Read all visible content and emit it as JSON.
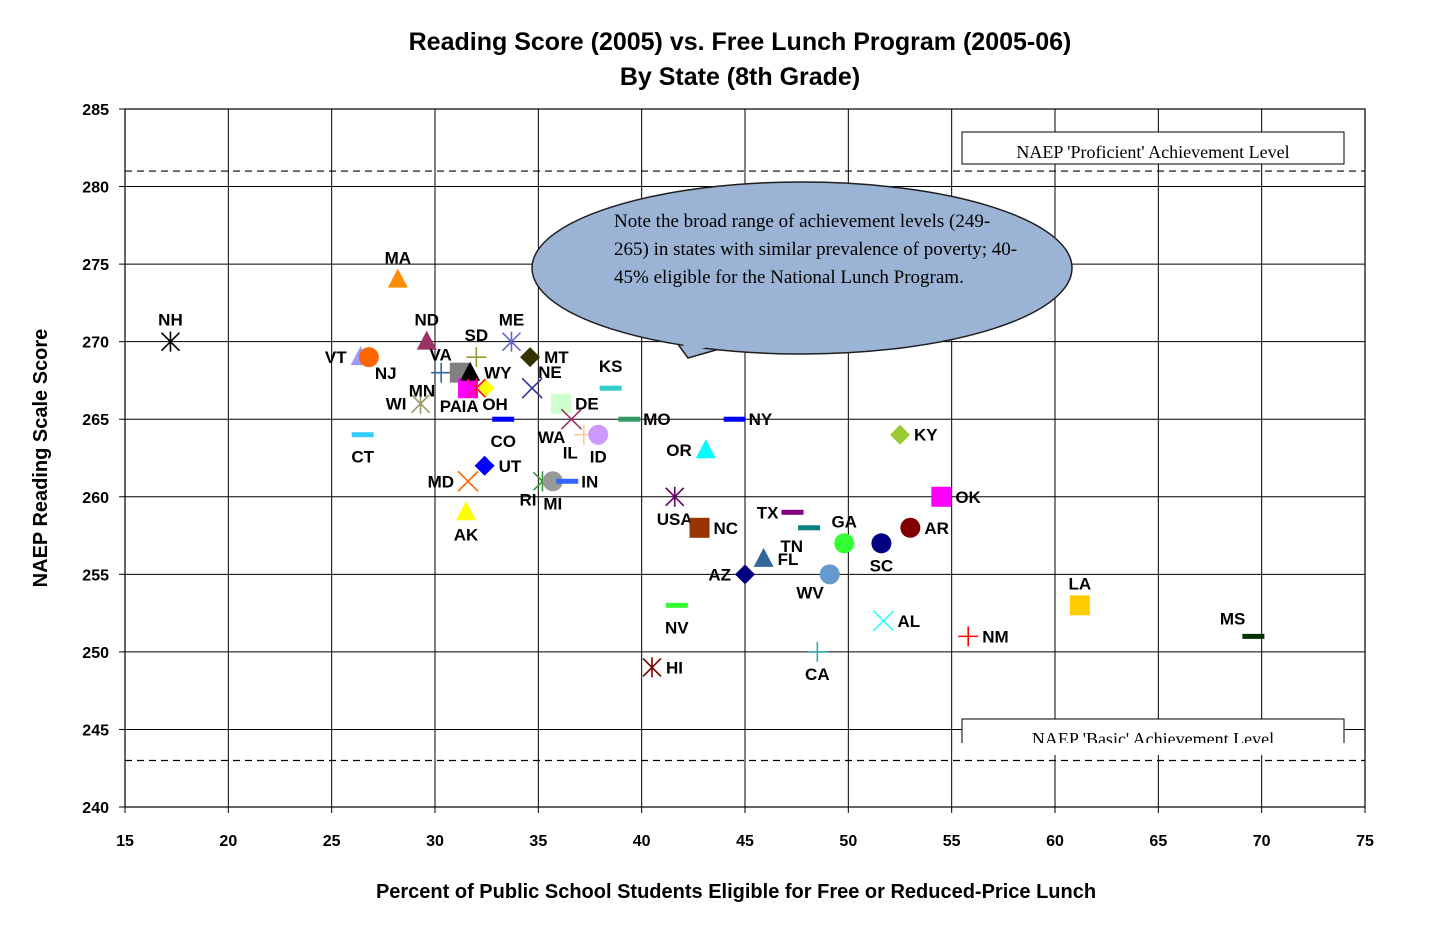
{
  "chart_data": {
    "type": "scatter",
    "title": "Reading Score (2005) vs. Free Lunch Program (2005-06)",
    "subtitle": "By State (8th Grade)",
    "xlabel": "Percent of Public School Students Eligible for Free or Reduced-Price Lunch",
    "ylabel": "NAEP Reading Scale Score",
    "xlim": [
      15,
      75
    ],
    "ylim": [
      240,
      285
    ],
    "xticks": [
      15,
      20,
      25,
      30,
      35,
      40,
      45,
      50,
      55,
      60,
      65,
      70,
      75
    ],
    "yticks": [
      240,
      245,
      250,
      255,
      260,
      265,
      270,
      275,
      280,
      285
    ],
    "grid": true,
    "reference_lines": [
      {
        "label": "NAEP 'Proficient' Achievement Level",
        "y": 281
      },
      {
        "label": "NAEP 'Basic' Achievement Level",
        "y": 243
      }
    ],
    "annotation": "Note the broad range of achievement levels (249-265) in states with similar prevalence of poverty; 40-45% eligible for the National Lunch Program.",
    "points": [
      {
        "label": "NH",
        "x": 17.2,
        "y": 270,
        "marker": "star",
        "color": "#000000",
        "lpos": "above"
      },
      {
        "label": "MA",
        "x": 28.2,
        "y": 274,
        "marker": "triangle",
        "color": "#FF8C00",
        "lpos": "above"
      },
      {
        "label": "ND",
        "x": 29.6,
        "y": 270,
        "marker": "triangle",
        "color": "#993366",
        "lpos": "above"
      },
      {
        "label": "VT",
        "x": 26.4,
        "y": 269,
        "marker": "triangle",
        "color": "#9999FF",
        "lpos": "left"
      },
      {
        "label": "NJ",
        "x": 26.8,
        "y": 269,
        "marker": "circle",
        "color": "#FF6600",
        "lpos": "belowright"
      },
      {
        "label": "CT",
        "x": 26.5,
        "y": 264,
        "marker": "dash",
        "color": "#33CCFF",
        "lpos": "below"
      },
      {
        "label": "WI",
        "x": 29.3,
        "y": 266,
        "marker": "star",
        "color": "#999966",
        "lpos": "left"
      },
      {
        "label": "MN",
        "x": 30.3,
        "y": 268,
        "marker": "plus",
        "color": "#336699",
        "lpos": "belowleft"
      },
      {
        "label": "VA",
        "x": 31.2,
        "y": 268,
        "marker": "square",
        "color": "#808080",
        "lpos": "aboveleft"
      },
      {
        "label": "SD",
        "x": 32.0,
        "y": 269,
        "marker": "plus",
        "color": "#999933",
        "lpos": "above"
      },
      {
        "label": "PA",
        "x": 31.6,
        "y": 267,
        "marker": "square",
        "color": "#FF00FF",
        "lpos": "belowleft"
      },
      {
        "label": "WY",
        "x": 31.7,
        "y": 268,
        "marker": "triangle",
        "color": "#000000",
        "lpos": "right"
      },
      {
        "label": "IA",
        "x": 32.4,
        "y": 267,
        "marker": "diamond",
        "color": "#FFFF00",
        "lpos": "belowleft"
      },
      {
        "label": "OH",
        "x": 32.0,
        "y": 267,
        "marker": "star",
        "color": "#FF0066",
        "lpos": "belowright"
      },
      {
        "label": "ME",
        "x": 33.7,
        "y": 270,
        "marker": "star",
        "color": "#6666CC",
        "lpos": "above"
      },
      {
        "label": "MT",
        "x": 34.6,
        "y": 269,
        "marker": "diamond",
        "color": "#333300",
        "lpos": "right"
      },
      {
        "label": "NE",
        "x": 34.7,
        "y": 267,
        "marker": "cross",
        "color": "#333399",
        "lpos": "aboveright"
      },
      {
        "label": "CO",
        "x": 33.3,
        "y": 265,
        "marker": "dash",
        "color": "#0000FF",
        "lpos": "below"
      },
      {
        "label": "DE",
        "x": 36.1,
        "y": 266,
        "marker": "square",
        "color": "#CCFFCC",
        "lpos": "right"
      },
      {
        "label": "WA",
        "x": 36.6,
        "y": 265,
        "marker": "cross",
        "color": "#993366",
        "lpos": "belowleft"
      },
      {
        "label": "IL",
        "x": 37.2,
        "y": 264,
        "marker": "plus",
        "color": "#FFCC99",
        "lpos": "belowleft"
      },
      {
        "label": "ID",
        "x": 37.9,
        "y": 264,
        "marker": "circle",
        "color": "#CC99FF",
        "lpos": "below"
      },
      {
        "label": "KS",
        "x": 38.5,
        "y": 267,
        "marker": "dash",
        "color": "#33CCCC",
        "lpos": "above"
      },
      {
        "label": "MO",
        "x": 39.4,
        "y": 265,
        "marker": "dash",
        "color": "#339966",
        "lpos": "right"
      },
      {
        "label": "UT",
        "x": 32.4,
        "y": 262,
        "marker": "diamond",
        "color": "#0000FF",
        "lpos": "right"
      },
      {
        "label": "MD",
        "x": 31.6,
        "y": 261,
        "marker": "cross",
        "color": "#FF6600",
        "lpos": "left"
      },
      {
        "label": "AK",
        "x": 31.5,
        "y": 259,
        "marker": "triangle",
        "color": "#FFFF00",
        "lpos": "below"
      },
      {
        "label": "RI",
        "x": 35.2,
        "y": 261,
        "marker": "star",
        "color": "#339933",
        "lpos": "belowleft"
      },
      {
        "label": "MI",
        "x": 35.7,
        "y": 261,
        "marker": "circle",
        "color": "#999999",
        "lpos": "below"
      },
      {
        "label": "IN",
        "x": 36.4,
        "y": 261,
        "marker": "dash",
        "color": "#3366FF",
        "lpos": "right"
      },
      {
        "label": "OR",
        "x": 43.1,
        "y": 263,
        "marker": "triangle",
        "color": "#00FFFF",
        "lpos": "left"
      },
      {
        "label": "NY",
        "x": 44.5,
        "y": 265,
        "marker": "dash",
        "color": "#0000FF",
        "lpos": "right"
      },
      {
        "label": "USA",
        "x": 41.6,
        "y": 260,
        "marker": "star",
        "color": "#660066",
        "lpos": "below"
      },
      {
        "label": "NC",
        "x": 42.8,
        "y": 258,
        "marker": "square",
        "color": "#993300",
        "lpos": "right"
      },
      {
        "label": "TX",
        "x": 47.3,
        "y": 259,
        "marker": "dash",
        "color": "#800080",
        "lpos": "left"
      },
      {
        "label": "TN",
        "x": 48.1,
        "y": 258,
        "marker": "dash",
        "color": "#008080",
        "lpos": "belowleft"
      },
      {
        "label": "GA",
        "x": 49.8,
        "y": 257,
        "marker": "circle",
        "color": "#33FF33",
        "lpos": "above"
      },
      {
        "label": "FL",
        "x": 45.9,
        "y": 256,
        "marker": "triangle",
        "color": "#336699",
        "lpos": "right"
      },
      {
        "label": "AZ",
        "x": 45.0,
        "y": 255,
        "marker": "diamond",
        "color": "#000080",
        "lpos": "left"
      },
      {
        "label": "WV",
        "x": 49.1,
        "y": 255,
        "marker": "circle",
        "color": "#6699CC",
        "lpos": "belowleft"
      },
      {
        "label": "SC",
        "x": 51.6,
        "y": 257,
        "marker": "circle",
        "color": "#000080",
        "lpos": "below"
      },
      {
        "label": "AR",
        "x": 53.0,
        "y": 258,
        "marker": "circle",
        "color": "#800000",
        "lpos": "right"
      },
      {
        "label": "KY",
        "x": 52.5,
        "y": 264,
        "marker": "diamond",
        "color": "#99CC33",
        "lpos": "right"
      },
      {
        "label": "OK",
        "x": 54.5,
        "y": 260,
        "marker": "square",
        "color": "#FF00FF",
        "lpos": "right"
      },
      {
        "label": "AL",
        "x": 51.7,
        "y": 252,
        "marker": "cross",
        "color": "#33FFFF",
        "lpos": "right"
      },
      {
        "label": "NM",
        "x": 55.8,
        "y": 251,
        "marker": "plus",
        "color": "#FF0000",
        "lpos": "right"
      },
      {
        "label": "NV",
        "x": 41.7,
        "y": 253,
        "marker": "dash",
        "color": "#33FF33",
        "lpos": "below"
      },
      {
        "label": "HI",
        "x": 40.5,
        "y": 249,
        "marker": "star",
        "color": "#800000",
        "lpos": "right"
      },
      {
        "label": "CA",
        "x": 48.5,
        "y": 250,
        "marker": "plus",
        "color": "#33AAAA",
        "lpos": "below"
      },
      {
        "label": "LA",
        "x": 61.2,
        "y": 253,
        "marker": "square",
        "color": "#FFCC00",
        "lpos": "above"
      },
      {
        "label": "MS",
        "x": 69.6,
        "y": 251,
        "marker": "dash",
        "color": "#003300",
        "lpos": "aboveleft"
      }
    ]
  }
}
